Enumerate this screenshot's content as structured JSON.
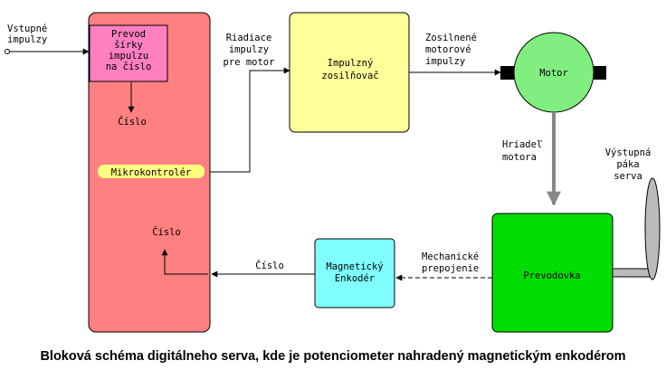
{
  "labels": {
    "input_pulses": [
      "Vstupné",
      "impulzy"
    ],
    "pwm_to_number": [
      "Prevod",
      "šírky",
      "impulzu",
      "na číslo"
    ],
    "number_top": "Číslo",
    "microcontroller": "Mikrokontrolér",
    "number_bottom": "Číslo",
    "control_pulses": [
      "Riadiace",
      "impulzy",
      "pre motor"
    ],
    "amplifier": [
      "Impulzný",
      "zosilňovač"
    ],
    "amplified_pulses": [
      "Zosilnené",
      "motorové",
      "impulzy"
    ],
    "motor": "Motor",
    "motor_shaft": [
      "Hriadeľ",
      "motora"
    ],
    "output_lever": [
      "Výstupná",
      "páka",
      "serva"
    ],
    "gearbox": "Prevodovka",
    "mechanical_link": [
      "Mechanické",
      "prepojenie"
    ],
    "encoder": [
      "Magnetický",
      "Enkodér"
    ],
    "number_feedback": "Číslo"
  },
  "caption": "Bloková schéma digitálneho serva, kde je potenciometer nahradený magnetickým enkodérom",
  "colors": {
    "microcontroller_block": "#ff8080",
    "pwm_block": "#ff80c0",
    "label_highlight": "#ffff80",
    "amplifier_block": "#ffff99",
    "motor": "#80ee80",
    "gearbox": "#00dd00",
    "encoder_block": "#80ffff",
    "shaft": "#888888",
    "lever": "#bbbbbb"
  }
}
